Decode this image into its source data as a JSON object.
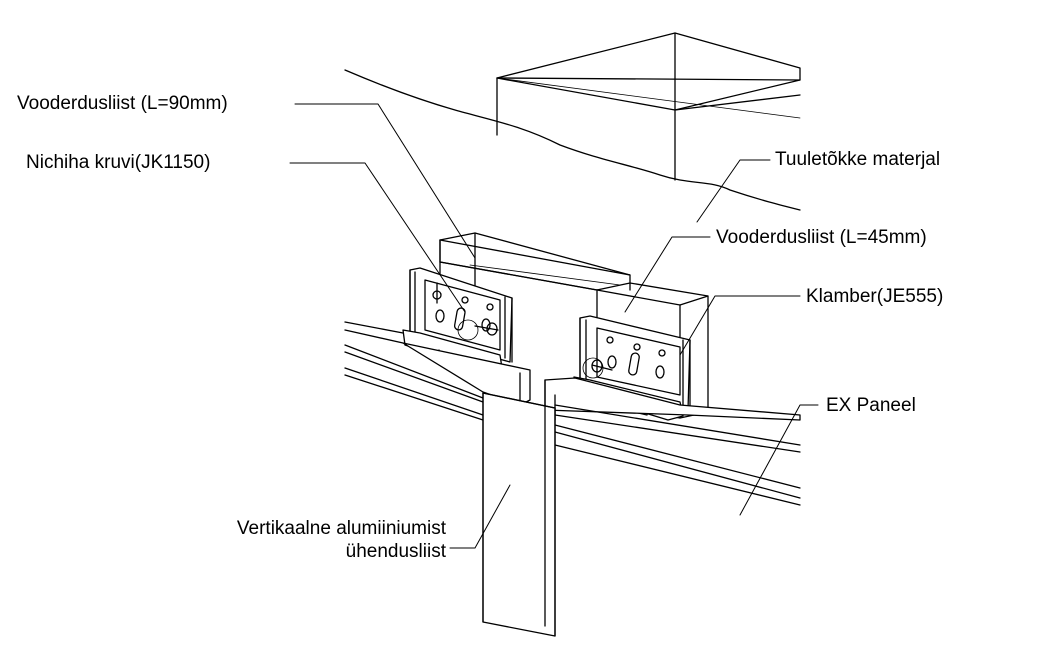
{
  "labels": {
    "vooderdusliist_90": "Vooderdusliist (L=90mm)",
    "nichiha_kruvi": "Nichiha kruvi(JK1150)",
    "tuuletokke": "Tuuletõkke materjal",
    "vooderdusliist_45": "Vooderdusliist (L=45mm)",
    "klamber": "Klamber(JE555)",
    "ex_paneel": "EX Paneel",
    "vertikaalne_line1": "Vertikaalne alumiiniumist",
    "vertikaalne_line2": "ühendusliist"
  },
  "colors": {
    "line": "#000000",
    "background": "#ffffff"
  }
}
